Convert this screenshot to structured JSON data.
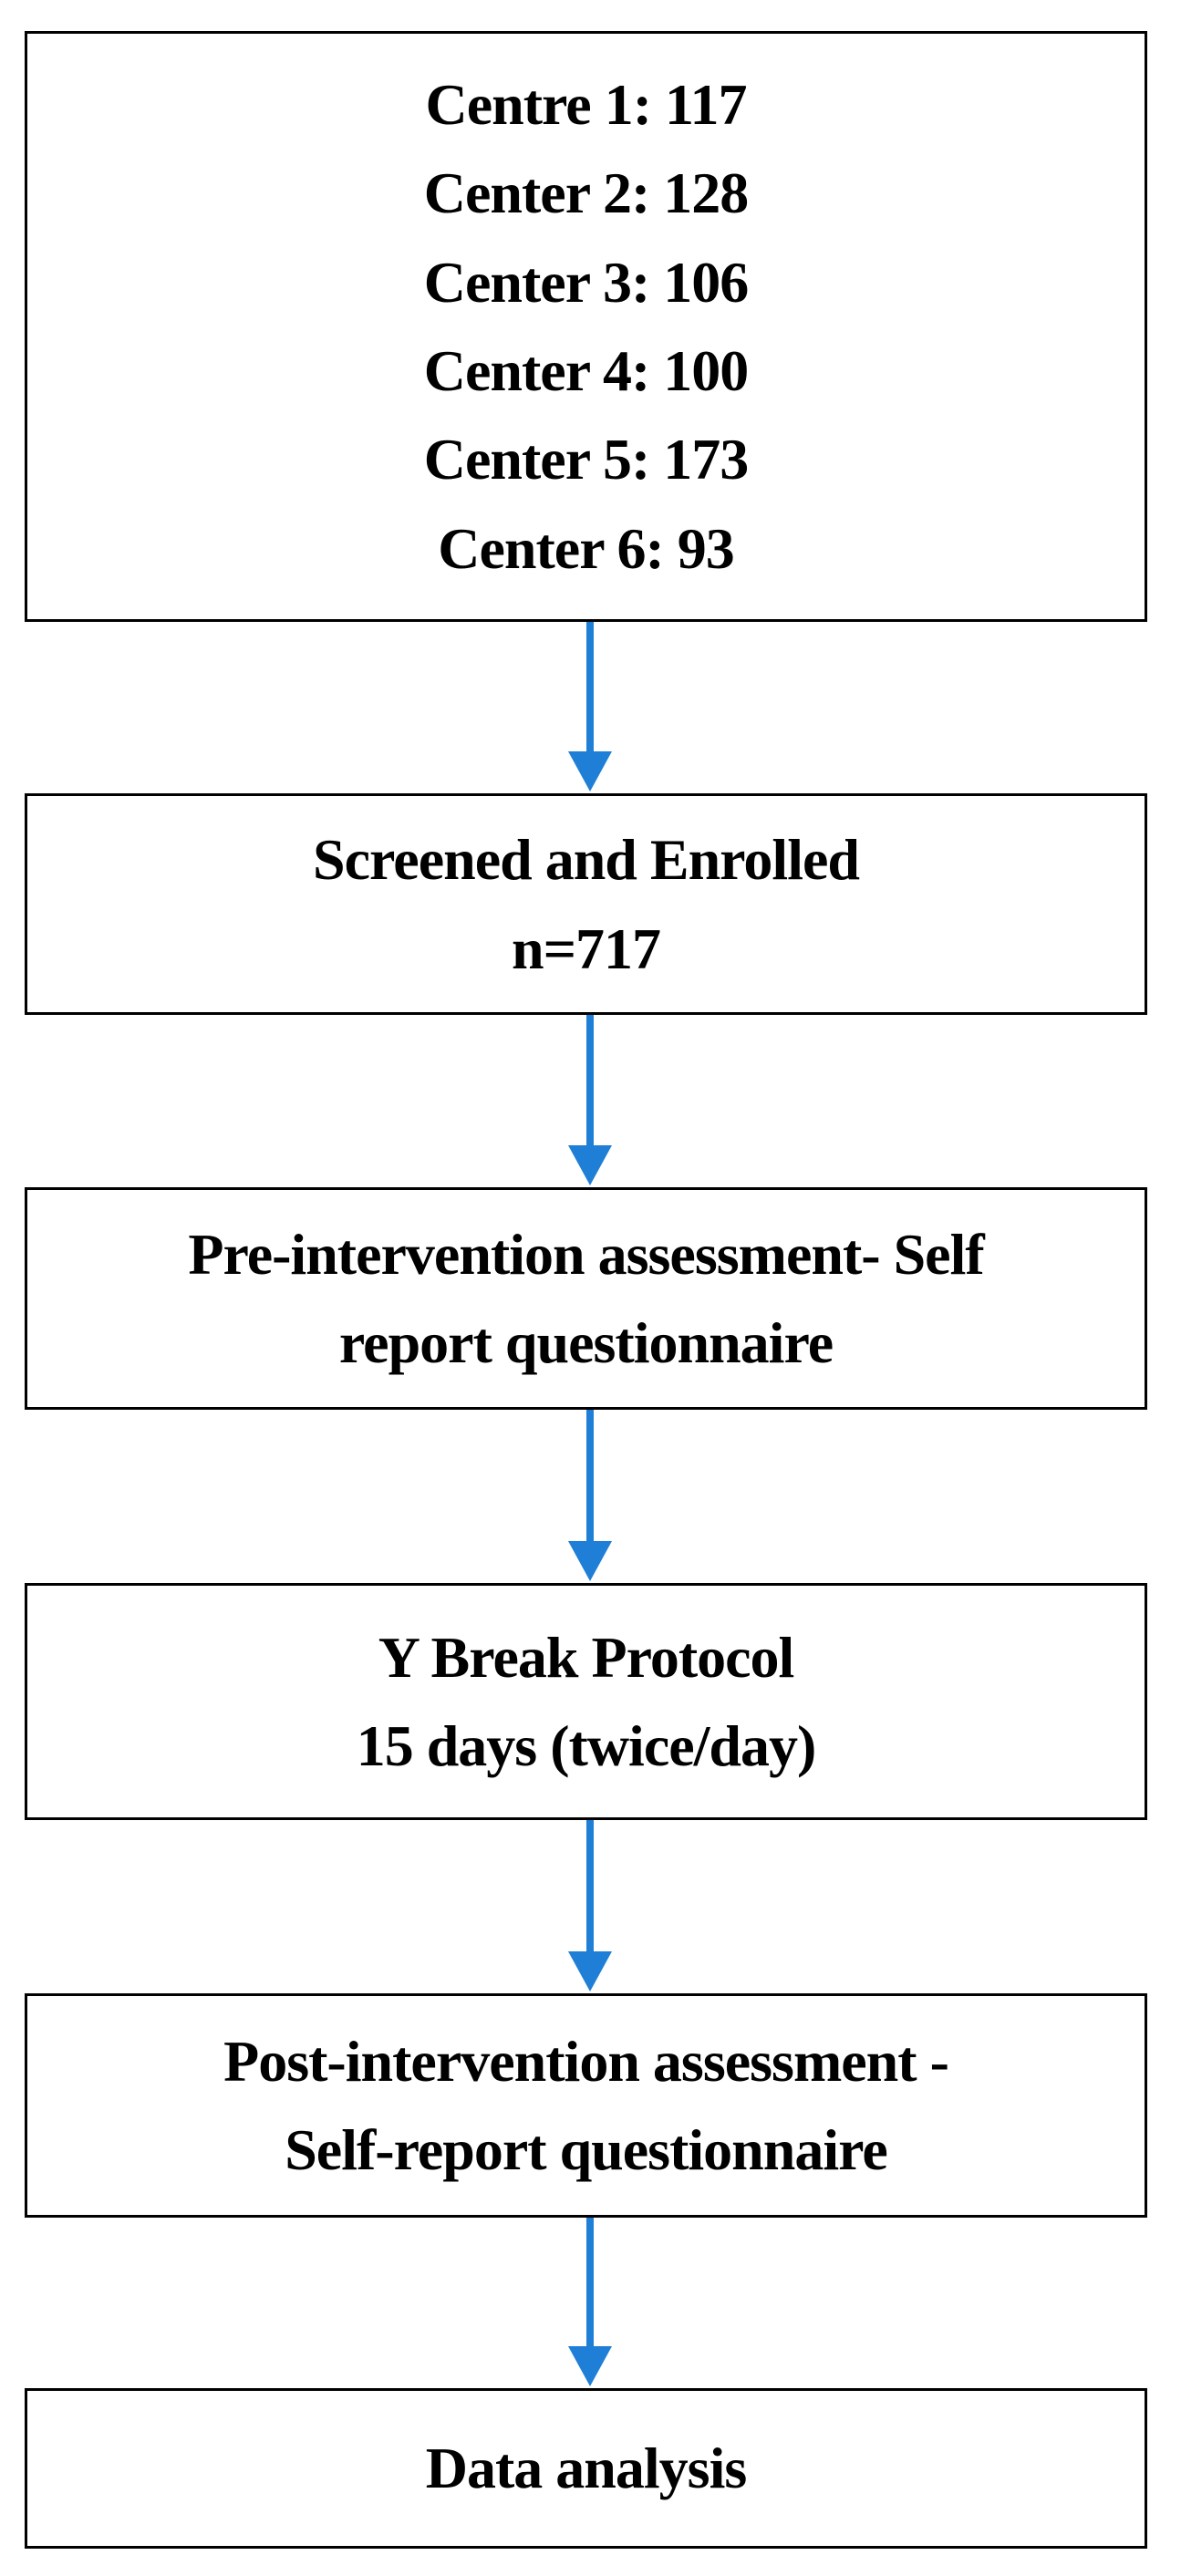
{
  "flowchart": {
    "centres_box": {
      "lines": [
        "Centre 1: 117",
        "Center 2: 128",
        "Center 3: 106",
        "Center 4: 100",
        "Center 5: 173",
        "Center 6: 93"
      ]
    },
    "enrolled_box": {
      "lines": [
        "Screened and Enrolled",
        "n=717"
      ]
    },
    "pre_assessment_box": {
      "lines": [
        "Pre-intervention assessment-  Self",
        "report questionnaire"
      ]
    },
    "protocol_box": {
      "lines": [
        "Y Break Protocol",
        "15 days (twice/day)"
      ]
    },
    "post_assessment_box": {
      "lines": [
        "Post-intervention assessment  -",
        "Self-report questionnaire"
      ]
    },
    "analysis_box": {
      "lines": [
        "Data analysis"
      ]
    }
  },
  "colors": {
    "arrow": "#1f7fd6",
    "box_border": "#000000",
    "text": "#000000"
  }
}
